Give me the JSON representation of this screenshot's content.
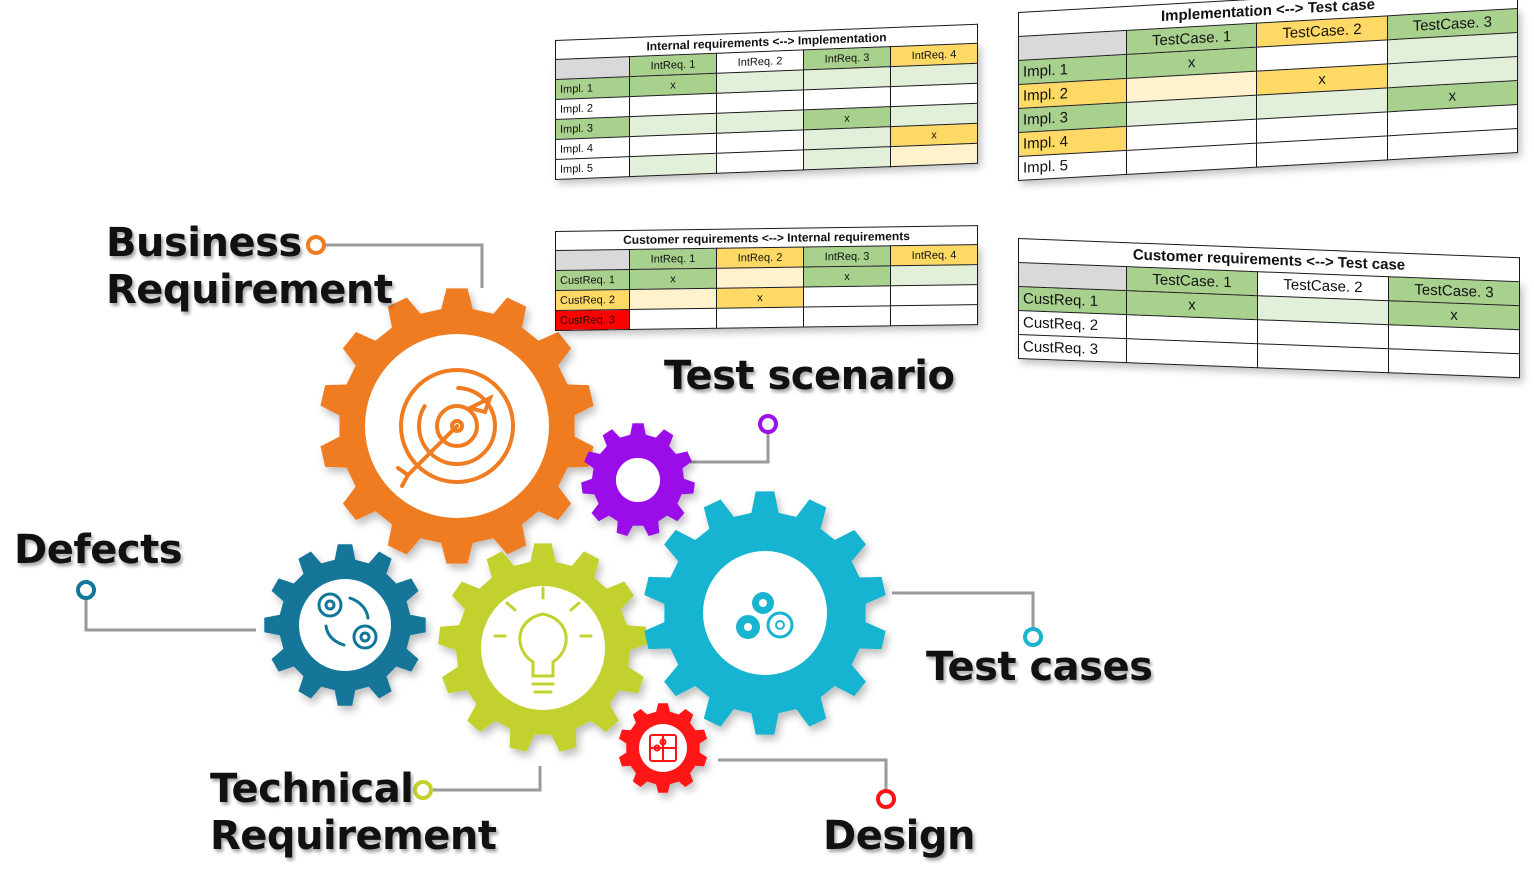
{
  "labels": {
    "business": [
      "Business",
      "Requirement"
    ],
    "test_scenario": "Test scenario",
    "defects": "Defects",
    "test_cases": "Test cases",
    "technical": [
      "Technical",
      "Requirement"
    ],
    "design": "Design"
  },
  "gears": [
    {
      "id": "business",
      "color": "#f07c22",
      "icon": "target-arrow-icon"
    },
    {
      "id": "test-scenario",
      "color": "#9b10e8",
      "icon": "ring-icon"
    },
    {
      "id": "defects",
      "color": "#127699",
      "icon": "gear-cycle-icon"
    },
    {
      "id": "technical",
      "color": "#c3d12e",
      "icon": "lightbulb-icon"
    },
    {
      "id": "test-cases",
      "color": "#19b4d0",
      "icon": "gears-icon"
    },
    {
      "id": "design",
      "color": "#ff1313",
      "icon": "puzzle-icon"
    }
  ],
  "tables": {
    "internal_impl": {
      "title": "Internal requirements <--> Implementation",
      "columns": [
        "IntReq. 1",
        "IntReq. 2",
        "IntReq. 3",
        "IntReq. 4"
      ],
      "rows": [
        {
          "label": "Impl. 1",
          "cells": [
            "x",
            "",
            "",
            ""
          ]
        },
        {
          "label": "Impl. 2",
          "cells": [
            "",
            "",
            "",
            ""
          ]
        },
        {
          "label": "Impl. 3",
          "cells": [
            "",
            "",
            "x",
            ""
          ]
        },
        {
          "label": "Impl. 4",
          "cells": [
            "",
            "",
            "",
            "x"
          ]
        },
        {
          "label": "Impl. 5",
          "cells": [
            "",
            "",
            "",
            ""
          ]
        }
      ]
    },
    "customer_internal": {
      "title": "Customer requirements <--> Internal requirements",
      "columns": [
        "IntReq. 1",
        "IntReq. 2",
        "IntReq. 3",
        "IntReq. 4"
      ],
      "rows": [
        {
          "label": "CustReq. 1",
          "cells": [
            "x",
            "",
            "x",
            ""
          ]
        },
        {
          "label": "CustReq. 2",
          "cells": [
            "",
            "x",
            "",
            ""
          ]
        },
        {
          "label": "CustReq. 3",
          "cells": [
            "",
            "",
            "",
            ""
          ]
        }
      ]
    },
    "impl_testcase": {
      "title": "Implementation <--> Test case",
      "columns": [
        "TestCase. 1",
        "TestCase. 2",
        "TestCase. 3"
      ],
      "rows": [
        {
          "label": "Impl. 1",
          "cells": [
            "x",
            "",
            ""
          ]
        },
        {
          "label": "Impl. 2",
          "cells": [
            "",
            "x",
            ""
          ]
        },
        {
          "label": "Impl. 3",
          "cells": [
            "",
            "",
            "x"
          ]
        },
        {
          "label": "Impl. 4",
          "cells": [
            "",
            "",
            ""
          ]
        },
        {
          "label": "Impl. 5",
          "cells": [
            "",
            "",
            ""
          ]
        }
      ]
    },
    "customer_testcase": {
      "title": "Customer requirements <--> Test case",
      "columns": [
        "TestCase. 1",
        "TestCase. 2",
        "TestCase. 3"
      ],
      "rows": [
        {
          "label": "CustReq. 1",
          "cells": [
            "x",
            "",
            "x"
          ]
        },
        {
          "label": "CustReq. 2",
          "cells": [
            "",
            "",
            ""
          ]
        },
        {
          "label": "CustReq. 3",
          "cells": [
            "",
            "",
            ""
          ]
        }
      ]
    }
  }
}
